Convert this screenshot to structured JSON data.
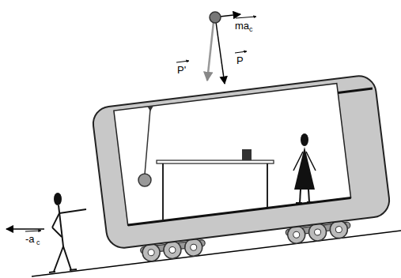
{
  "diagram": {
    "labels": [
      "ma",
      "c",
      "P",
      "P'",
      "-a",
      "c"
    ]
  }
}
